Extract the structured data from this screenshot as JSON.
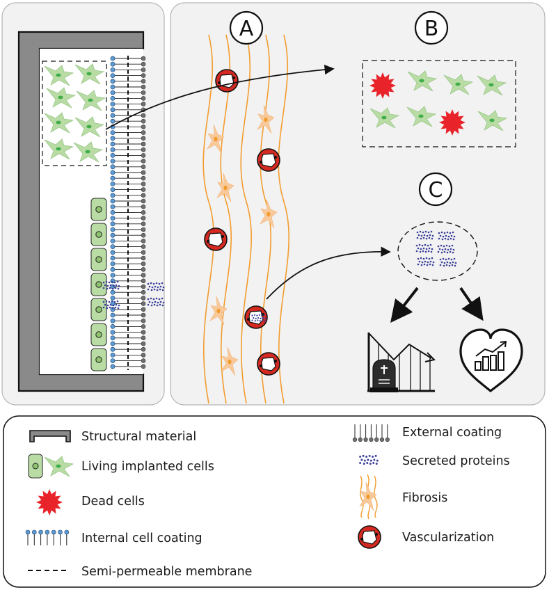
{
  "panels": {
    "a": "A",
    "b": "B",
    "c": "C"
  },
  "legend": {
    "structural_material": "Structural material",
    "living_implanted_cells": "Living implanted cells",
    "dead_cells": "Dead cells",
    "internal_cell_coating": "Internal cell coating",
    "semi_permeable_membrane": "Semi-permeable membrane",
    "external_coating": "External coating",
    "secreted_proteins": "Secreted proteins",
    "fibrosis": "Fibrosis",
    "vascularization": "Vascularization"
  },
  "outcomes": {
    "left": "tombstone-decline-chart-icon",
    "right": "heart-growth-chart-icon"
  },
  "colors": {
    "panel_bg": "#f2f2f2",
    "structural": "#8a8a8a",
    "living_cell": "#b9dca5",
    "cell_nucleus": "#3fae49",
    "dead_cell": "#e8242a",
    "internal_coating": "#5b9bd5",
    "external_coating": "#6f6f6f",
    "protein": "#3a3f9a",
    "fibrosis_line": "#f39c2e",
    "fibrosis_cell": "#f8c99a",
    "vessel": "#d42a22"
  }
}
